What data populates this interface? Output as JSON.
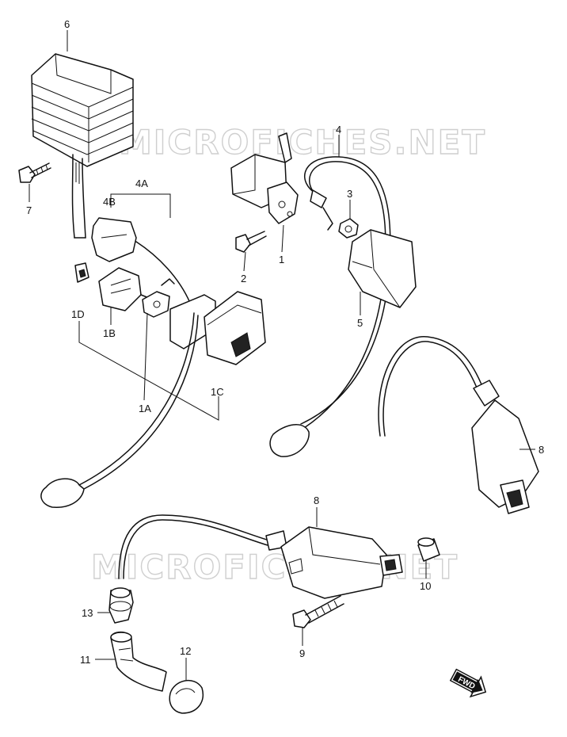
{
  "watermark": {
    "text": "MICROFICHES.NET"
  },
  "fwd_badge": {
    "text": "FWD"
  },
  "callouts": {
    "c1": "1",
    "c1A": "1A",
    "c1B": "1B",
    "c1C": "1C",
    "c1D": "1D",
    "c2": "2",
    "c3": "3",
    "c4": "4",
    "c4A": "4A",
    "c4B": "4B",
    "c5": "5",
    "c6": "6",
    "c7": "7",
    "c8a": "8",
    "c8b": "8",
    "c9": "9",
    "c10": "10",
    "c11": "11",
    "c12": "12",
    "c13": "13"
  }
}
